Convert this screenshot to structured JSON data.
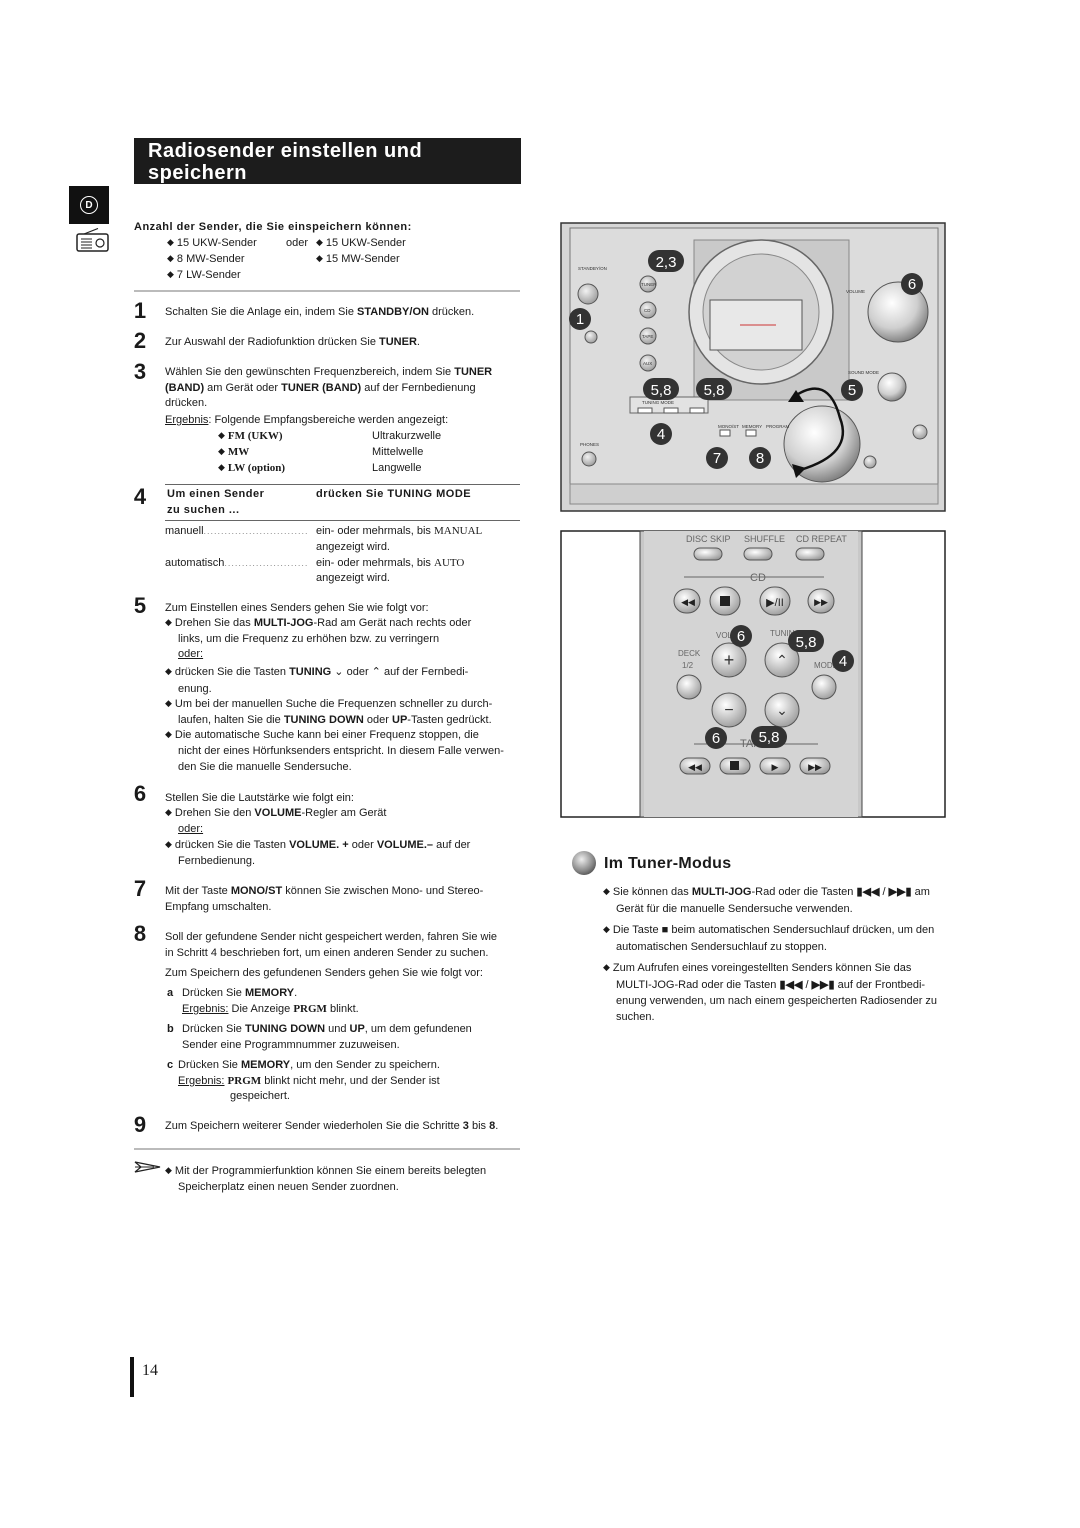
{
  "title": "Radiosender einstellen und speichern",
  "lang_badge": "D",
  "capacity": {
    "heading": "Anzahl der Sender, die Sie einspeichern können:",
    "row1_a": "15 UKW-Sender",
    "oder": "oder",
    "row1_b": "15 UKW-Sender",
    "row2_a": "8 MW-Sender",
    "row2_b": "15 MW-Sender",
    "row3_a": "7 LW-Sender"
  },
  "steps": {
    "s1": {
      "num": "1",
      "pre": "Schalten Sie die Anlage ein, indem Sie ",
      "b": "STANDBY/ON",
      "post": " drücken."
    },
    "s2": {
      "num": "2",
      "pre": "Zur Auswahl der Radiofunktion drücken Sie ",
      "b": "TUNER",
      "post": "."
    },
    "s3": {
      "num": "3",
      "l1_pre": "Wählen Sie den gewünschten Frequenzbereich, indem Sie ",
      "l1_b": "TUNER",
      "l2_b1": "(BAND)",
      "l2_mid": " am Gerät oder ",
      "l2_b2": "TUNER (BAND)",
      "l2_post": " auf der Fernbedienung",
      "l3": "drücken.",
      "result_label": "Ergebnis",
      "result_text": ": Folgende Empfangsbereiche werden angezeigt:",
      "bands": [
        {
          "name": "FM (UKW)",
          "desc": "Ultrakurzwelle"
        },
        {
          "name": "MW",
          "desc": "Mittelwelle"
        },
        {
          "name": "LW (option)",
          "desc": "Langwelle"
        }
      ]
    },
    "s4": {
      "num": "4",
      "col1_head_a": "Um einen Sender",
      "col1_head_b": "zu suchen ...",
      "col2_head": "drücken Sie TUNING MODE",
      "row1_label": "manuell",
      "row1_a": "ein- oder mehrmals, bis ",
      "row1_serif": "MANUAL",
      "row1_b": "angezeigt wird.",
      "row2_label": "automatisch",
      "row2_a": "ein- oder mehrmals, bis ",
      "row2_serif": "AUTO",
      "row2_b": "angezeigt wird."
    },
    "s5": {
      "num": "5",
      "l1": "Zum Einstellen eines Senders gehen Sie wie folgt vor:",
      "l2_pre": "Drehen Sie das ",
      "l2_b": "MULTI-JOG",
      "l2_post": "-Rad am Gerät nach rechts oder",
      "l3": "links, um die Frequenz zu erhöhen bzw. zu verringern",
      "oder": "oder:",
      "l4_pre": "drücken Sie die Tasten ",
      "l4_b": "TUNING",
      "l4_mid": " oder ",
      "l4_post": " auf der Fernbedi-",
      "l5": "enung.",
      "l6": "Um bei der manuellen Suche die Frequenzen schneller zu durch-",
      "l7_pre": "laufen, halten Sie die ",
      "l7_b": "TUNING DOWN",
      "l7_mid": " oder ",
      "l7_b2": "UP",
      "l7_post": "-Tasten gedrückt.",
      "l8": "Die automatische Suche kann bei einer Frequenz stoppen, die",
      "l9": "nicht der eines Hörfunksenders entspricht. In diesem Falle verwen-",
      "l10": "den Sie die manuelle Sendersuche."
    },
    "s6": {
      "num": "6",
      "l1": "Stellen Sie die Lautstärke wie folgt ein:",
      "l2_pre": "Drehen Sie den ",
      "l2_b": "VOLUME",
      "l2_post": "-Regler am Gerät",
      "oder": "oder:",
      "l3_pre": "drücken Sie die Tasten ",
      "l3_b1": "VOLUME. +",
      "l3_mid": " oder ",
      "l3_b2": "VOLUME.–",
      "l3_post": " auf der",
      "l4": "Fernbedienung."
    },
    "s7": {
      "num": "7",
      "l1_pre": "Mit der Taste ",
      "l1_b": "MONO/ST",
      "l1_post": " können Sie zwischen Mono- und Stereo-",
      "l2": "Empfang umschalten."
    },
    "s8": {
      "num": "8",
      "l1": "Soll der gefundene Sender nicht gespeichert werden, fahren Sie wie",
      "l2": "in Schritt 4 beschrieben fort, um einen anderen Sender zu suchen.",
      "l3": "Zum Speichern des gefundenen Senders gehen Sie wie folgt vor:",
      "a_label": "a",
      "a_pre": "Drücken Sie ",
      "a_b": "MEMORY",
      "a_post": ".",
      "a_res": "Ergebnis:",
      "a_res_pre": " Die Anzeige ",
      "a_res_serif": "PRGM",
      "a_res_post": " blinkt.",
      "b_label": "b",
      "b_pre": "Drücken Sie ",
      "b_b": "TUNING DOWN",
      "b_mid": " und ",
      "b_b2": "UP",
      "b_post": ", um dem gefundenen",
      "b_l2": "Sender eine Programmnummer zuzuweisen.",
      "c_label": "c",
      "c_pre": "Drücken Sie ",
      "c_b": "MEMORY",
      "c_post": ", um den Sender zu speichern.",
      "c_res": "Ergebnis:",
      "c_res_serif": "PRGM",
      "c_res_post": " blinkt nicht mehr, und der Sender ist",
      "c_l3": "gespeichert."
    },
    "s9": {
      "num": "9",
      "pre": "Zum Speichern weiterer Sender wiederholen Sie die Schritte ",
      "b1": "3",
      "mid": " bis ",
      "b2": "8",
      "post": "."
    }
  },
  "note": {
    "l1": "Mit der Programmierfunktion können Sie einem bereits belegten",
    "l2": "Speicherplatz einen neuen Sender zuordnen."
  },
  "tuner_mode": {
    "title": "Im Tuner-Modus",
    "b1_l1_pre": "Sie können das ",
    "b1_l1_b": "MULTI-JOG",
    "b1_l1_post": "-Rad oder die Tasten ",
    "b1_l1_end": " am",
    "b1_l2": "Gerät für die manuelle Sendersuche verwenden.",
    "b2_l1_pre": "Die Taste ",
    "b2_l1_post": " beim automatischen Sendersuchlauf drücken, um den",
    "b2_l2": "automatischen Sendersuchlauf zu stoppen.",
    "b3_l1": "Zum Aufrufen eines voreingestellten Senders können Sie das",
    "b3_l2_pre": "MULTI-JOG-Rad oder die Tasten ",
    "b3_l2_post": " auf der Frontbedi-",
    "b3_l3": "enung verwenden, um nach einem gespeicherten Radiosender zu",
    "b3_l4": "suchen."
  },
  "device": {
    "labels": {
      "standby": "STANDBY/ON",
      "tuner": "TUNER",
      "cd": "CD",
      "tape": "TAPE",
      "aux": "AUX",
      "volume": "VOLUME",
      "sound_mode": "SOUND MODE",
      "phones": "PHONES",
      "tuning_mode": "TUNING MODE",
      "mono_st": "MONO/ST",
      "memory": "MEMORY",
      "program": "PROGRAM"
    },
    "callouts": [
      "2,3",
      "1",
      "6",
      "5,8",
      "5,8",
      "5",
      "4",
      "7",
      "8"
    ]
  },
  "remote": {
    "labels": {
      "disc_skip": "DISC SKIP",
      "shuffle": "SHUFFLE",
      "cd_repeat": "CD REPEAT",
      "cd": "CD",
      "volume": "VOL",
      "tuning": "TUNING",
      "deck": "DECK",
      "deck_12": "1/2",
      "mode": "MODE",
      "tape": "TAPE"
    },
    "callouts": [
      "6",
      "5,8",
      "4",
      "6",
      "5,8"
    ]
  },
  "page_number": "14"
}
